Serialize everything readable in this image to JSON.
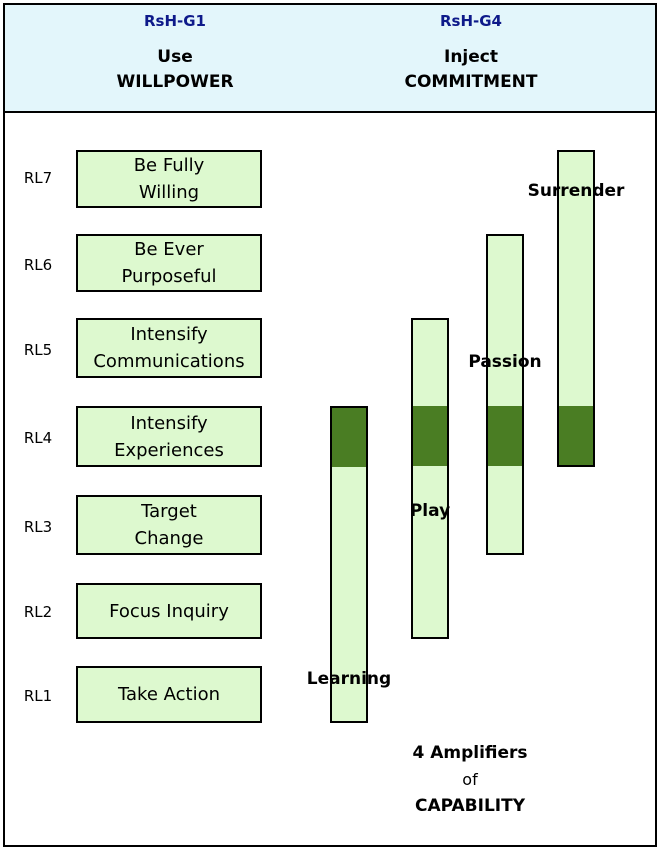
{
  "header": {
    "left": {
      "code": "RsH-G1",
      "line1": "Use",
      "line2": "WILLPOWER"
    },
    "right": {
      "code": "RsH-G4",
      "line1": "Inject",
      "line2": "COMMITMENT"
    }
  },
  "levels": [
    {
      "label": "RL7",
      "box": "Be Fully\nWilling"
    },
    {
      "label": "RL6",
      "box": "Be Ever\nPurposeful"
    },
    {
      "label": "RL5",
      "box": "Intensify\nCommunications"
    },
    {
      "label": "RL4",
      "box": "Intensify\nExperiences"
    },
    {
      "label": "RL3",
      "box": "Target\nChange"
    },
    {
      "label": "RL2",
      "box": "Focus Inquiry"
    },
    {
      "label": "RL1",
      "box": "Take Action"
    }
  ],
  "amplifiers": [
    {
      "name": "Learning",
      "from_level": "RL1",
      "to_level": "RL4",
      "highlight_level": "RL4"
    },
    {
      "name": "Play",
      "from_level": "RL2",
      "to_level": "RL5",
      "highlight_level": "RL4"
    },
    {
      "name": "Passion",
      "from_level": "RL3",
      "to_level": "RL6",
      "highlight_level": "RL4"
    },
    {
      "name": "Surrender",
      "from_level": "RL4",
      "to_level": "RL7",
      "highlight_level": "RL4"
    }
  ],
  "colors": {
    "header_bg": "#e3f6fb",
    "box_fill": "#ddf9cf",
    "highlight": "#4a7d23",
    "code_text": "#0e1a8a"
  },
  "footer": {
    "line1": "4 Amplifiers",
    "line2": "of",
    "line3": "CAPABILITY"
  }
}
